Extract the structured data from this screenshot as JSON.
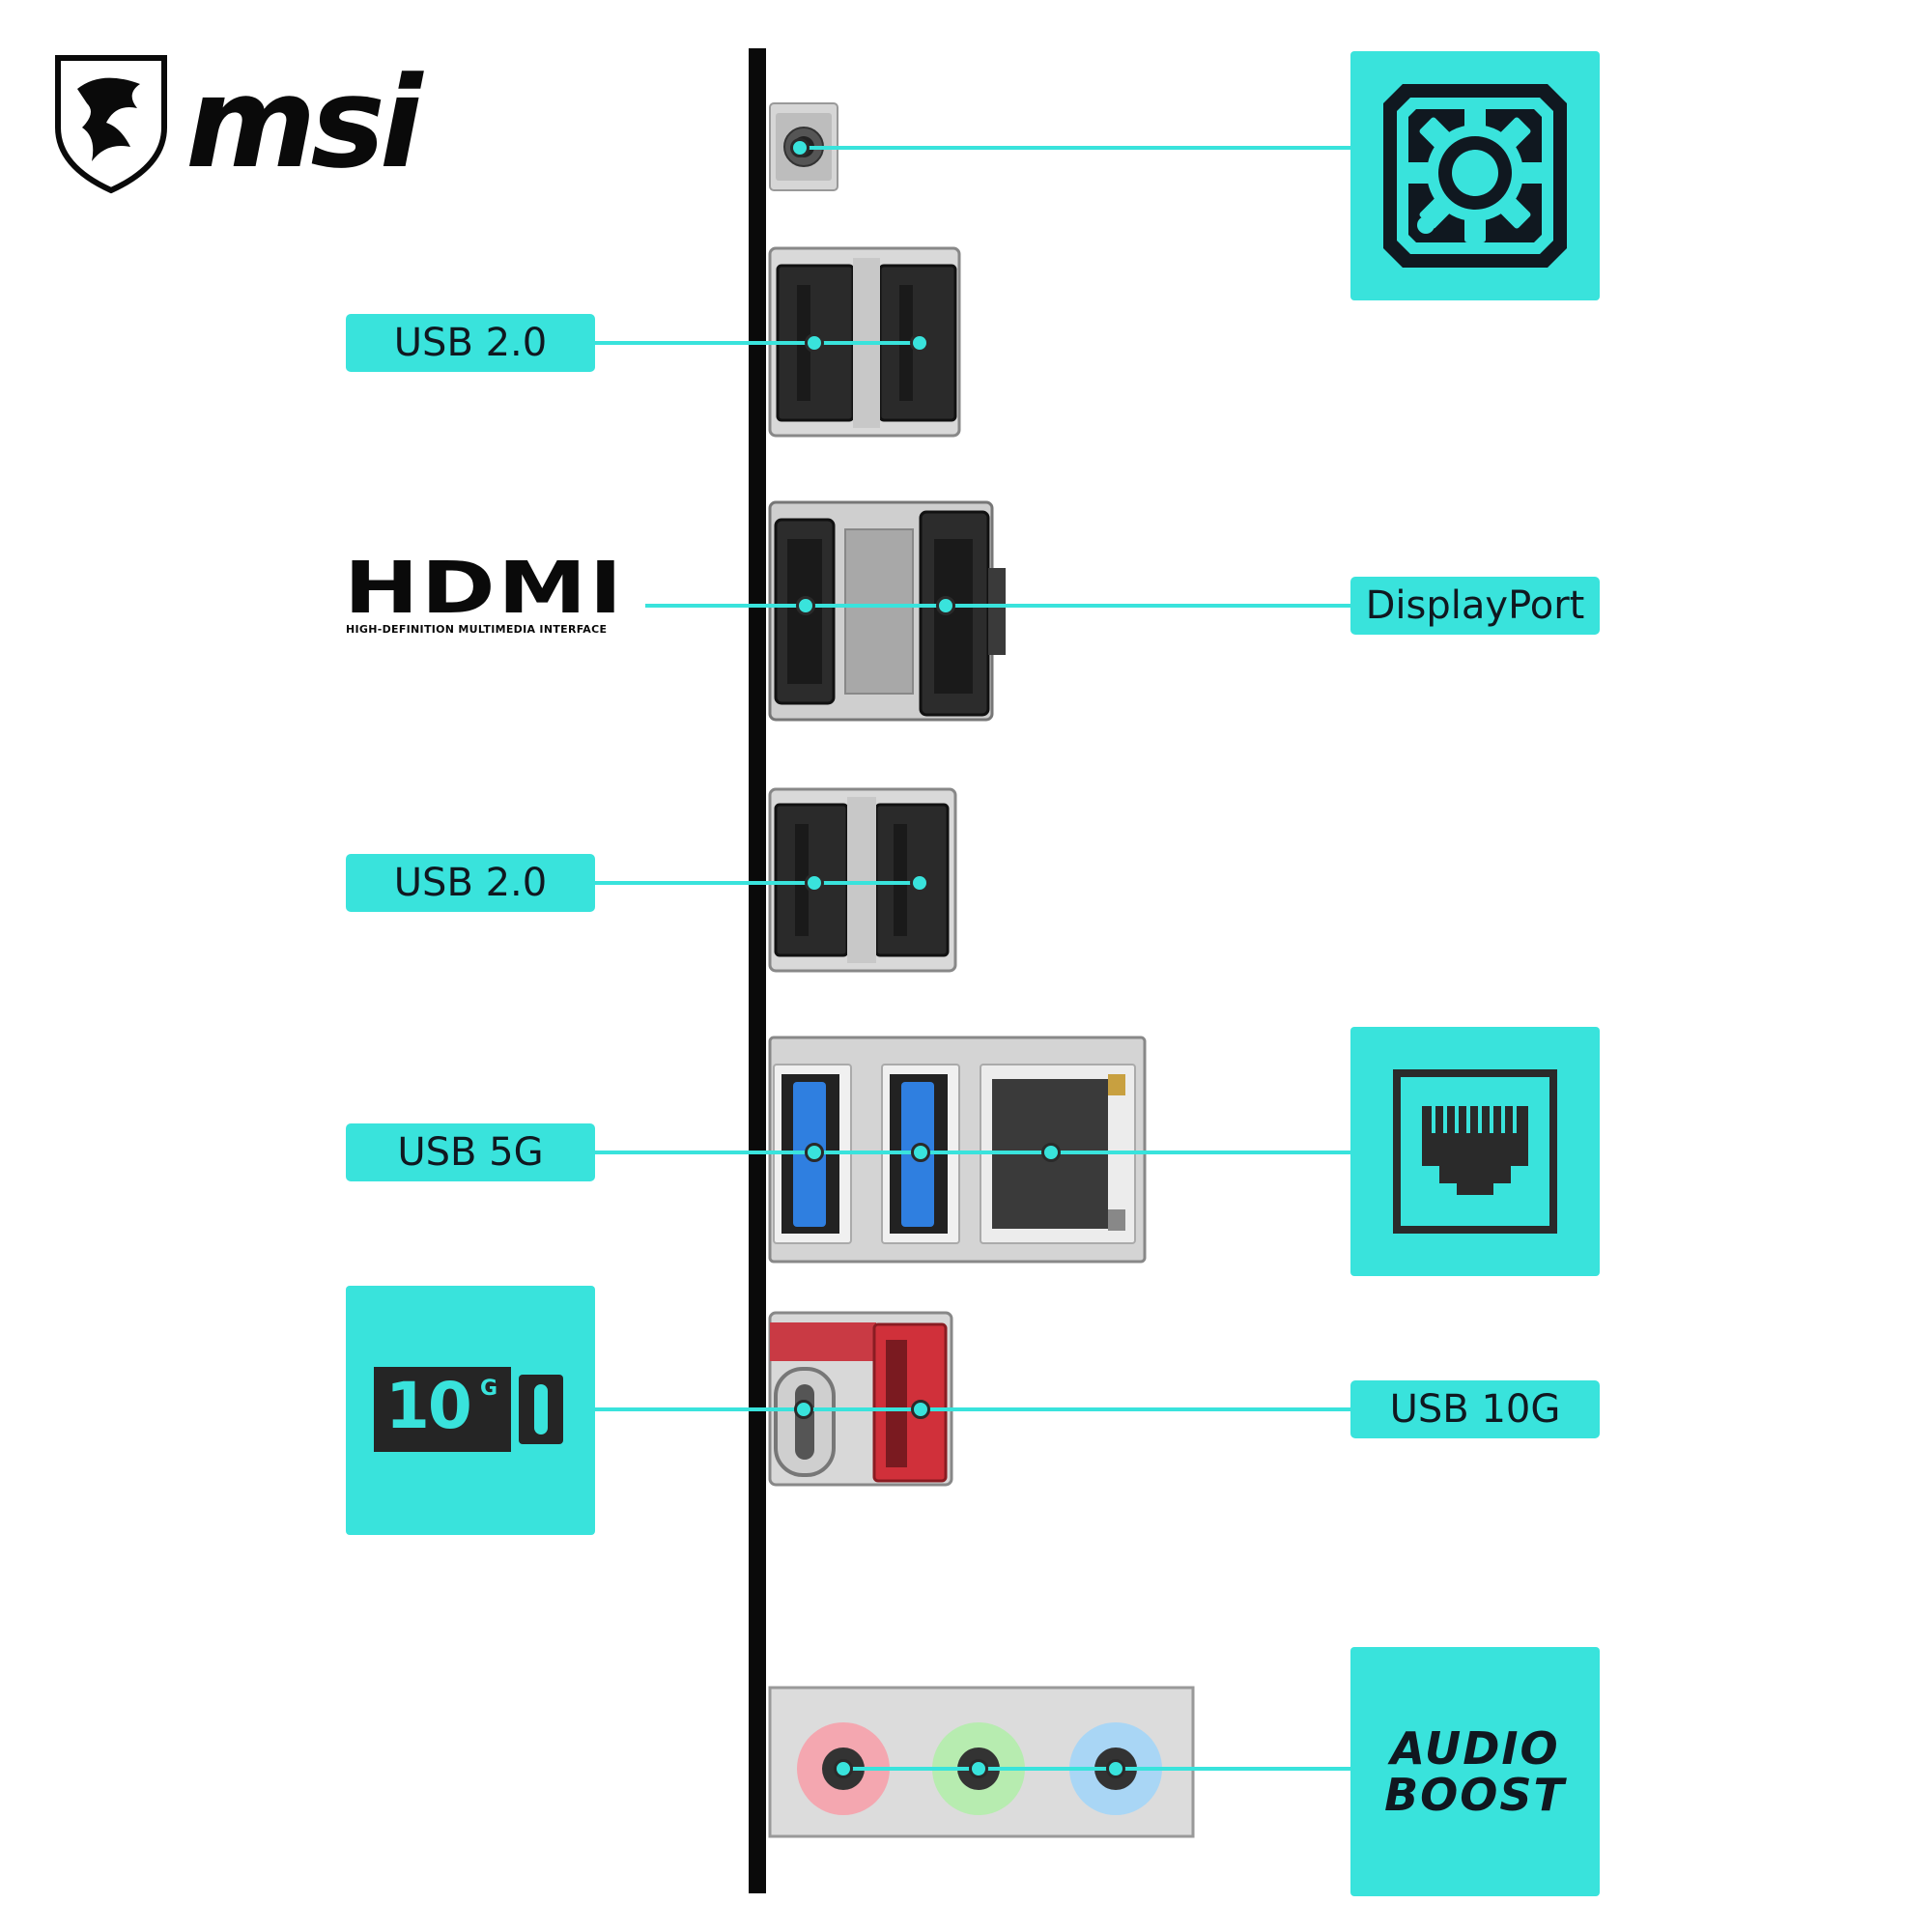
{
  "brand": {
    "logo_text": "msi",
    "logo_icon": "dragon-shield-icon"
  },
  "hdmi": {
    "word": "HDMI",
    "trademark": "™",
    "subtitle": "HIGH-DEFINITION MULTIMEDIA INTERFACE"
  },
  "labels": {
    "usb20_top": "USB 2.0",
    "displayport": "DisplayPort",
    "usb20_bottom": "USB 2.0",
    "usb5g": "USB 5G",
    "usb10g": "USB 10G",
    "tenG_number": "10",
    "tenG_superscript": "G",
    "audio_line1": "AUDIO",
    "audio_line2": "BOOST"
  },
  "icons": {
    "bios": "gear-chip-icon",
    "lan": "ethernet-port-icon",
    "usb_c_10g": "usb-c-10g-icon",
    "audio": "audio-boost-icon"
  },
  "colors": {
    "accent": "#39e3dc",
    "usb3_blue": "#2f7fe0",
    "usb10g_red": "#d0303a",
    "audio_pink": "#f4a7b0",
    "audio_green": "#b7ecb0",
    "audio_blue": "#a9d6f5"
  }
}
